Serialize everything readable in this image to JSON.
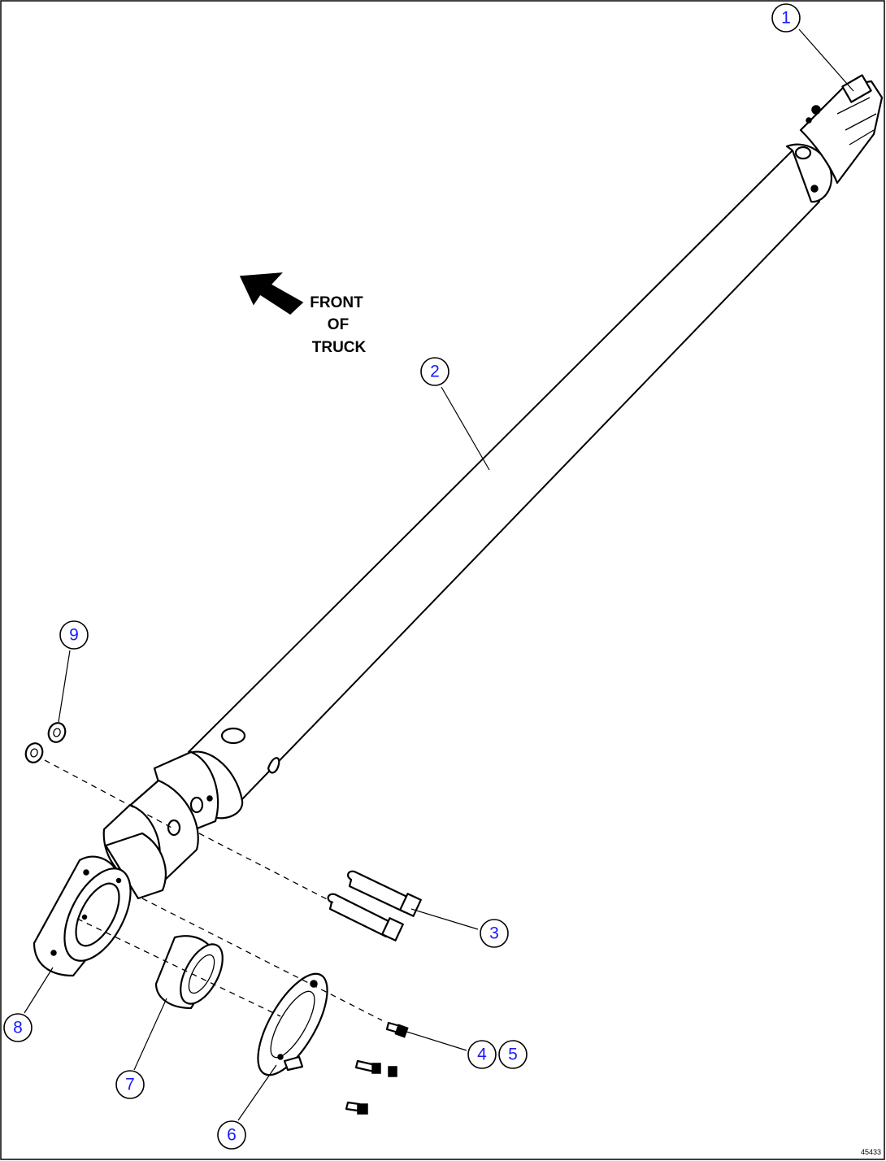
{
  "direction_note": {
    "line1": "FRONT",
    "line2": "OF",
    "line3": "TRUCK"
  },
  "callouts": {
    "c1": "1",
    "c2": "2",
    "c3": "3",
    "c4": "4",
    "c5": "5",
    "c6": "6",
    "c7": "7",
    "c8": "8",
    "c9": "9"
  },
  "drawing_code": "45433",
  "colors": {
    "callout_text": "#1a1aff",
    "line_art": "#000000",
    "background": "#ffffff"
  }
}
